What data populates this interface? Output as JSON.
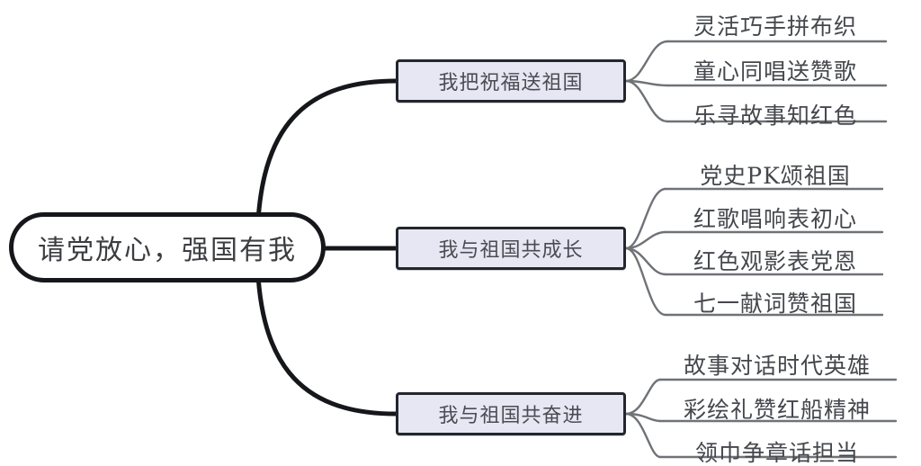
{
  "diagram": {
    "type": "mindmap",
    "title": "请党放心，强国有我",
    "colors": {
      "root_border": "#15171a",
      "root_fill": "#ffffff",
      "branch_border": "#23262e",
      "branch_fill": "#e6e7f3",
      "text": "#44474c",
      "connector_main": "#15171a",
      "connector_leaf": "#6f7277",
      "background": "#ffffff"
    },
    "root": {
      "label": "请党放心，强国有我"
    },
    "branches": [
      {
        "label": "我把祝福送祖国",
        "leaves": [
          "灵活巧手拼布织",
          "童心同唱送赞歌",
          "乐寻故事知红色"
        ]
      },
      {
        "label": "我与祖国共成长",
        "leaves": [
          "党史PK颂祖国",
          "红歌唱响表初心",
          "红色观影表党恩",
          "七一献词赞祖国"
        ]
      },
      {
        "label": "我与祖国共奋进",
        "leaves": [
          "故事对话时代英雄",
          "彩绘礼赞红船精神",
          "领巾争章话担当"
        ]
      }
    ]
  }
}
